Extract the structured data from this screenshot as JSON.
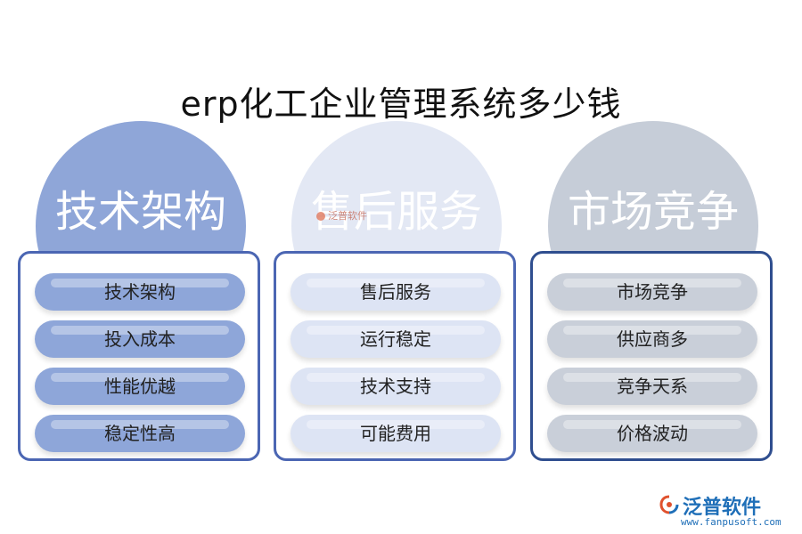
{
  "title": "erp化工企业管理系统多少钱",
  "columns": [
    {
      "heading": "技术架构",
      "circle_color": "#8fa6d8",
      "pill_color": "#8ea6d9",
      "border_color": "#4b66b3",
      "items": [
        "技术架构",
        "投入成本",
        "性能优越",
        "稳定性高"
      ]
    },
    {
      "heading": "售后服务",
      "circle_color": "#e3e8f4",
      "pill_color": "#dde4f4",
      "border_color": "#4b66b3",
      "items": [
        "售后服务",
        "运行稳定",
        "技术支持",
        "可能费用"
      ]
    },
    {
      "heading": "市场竞争",
      "circle_color": "#c6cdd8",
      "pill_color": "#c9cfd9",
      "border_color": "#2f4e8f",
      "items": [
        "市场竞争",
        "供应商多",
        "竞争天系",
        "价格波动"
      ]
    }
  ],
  "watermark": "泛普软件",
  "logo": {
    "name": "泛普软件",
    "url": "www.fanpusoft.com",
    "icon": "fanpu-logo-icon"
  }
}
